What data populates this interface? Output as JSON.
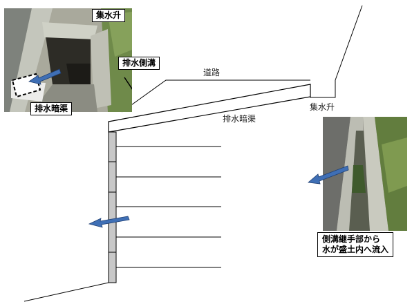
{
  "diagram": {
    "photo_top_left": {
      "label_catch_basin": "集水升",
      "label_side_ditch": "排水側溝",
      "label_culvert": "排水暗渠"
    },
    "drawing": {
      "label_road": "道路",
      "label_catch_basin": "集水升",
      "label_culvert": "排水暗渠"
    },
    "photo_right": {
      "caption_line1": "側溝継手部から",
      "caption_line2": "水が盛土内へ流入"
    },
    "colors": {
      "arrow_fill": "#3f6fb5",
      "arrow_outline": "#1f3f72",
      "wall": "#c8c8c8",
      "line": "#000000"
    },
    "icons": {
      "flow_arrow": "blue-block-arrow",
      "culvert_outlet": "dashed-rectangle"
    }
  }
}
